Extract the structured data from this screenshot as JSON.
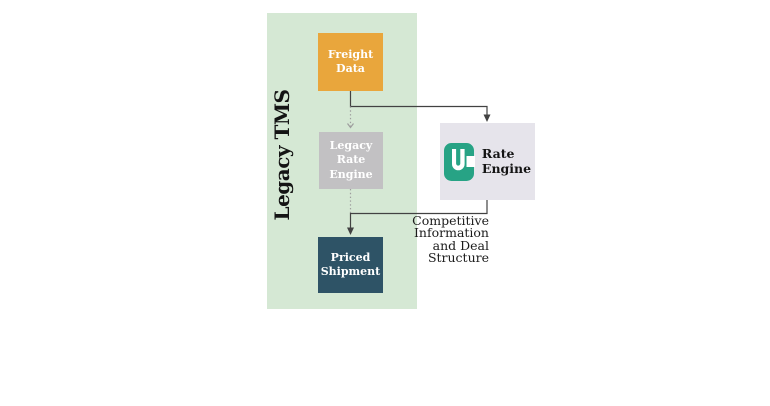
{
  "diagram": {
    "container": {
      "title": "Legacy TMS"
    },
    "nodes": {
      "freight_data": {
        "label": "Freight\nData"
      },
      "legacy_rate_engine": {
        "label": "Legacy Rate\nEngine"
      },
      "priced_shipment": {
        "label": "Priced\nShipment"
      },
      "rate_engine": {
        "label": "Rate\nEngine",
        "icon": "cl-monogram-logo-icon"
      }
    },
    "annotation": "Competitive\nInformation\nand Deal\nStructure",
    "connectors": [
      {
        "from": "freight_data",
        "to": "rate_engine",
        "style": "solid-arrow"
      },
      {
        "from": "freight_data",
        "to": "legacy_rate_engine",
        "style": "dotted-arrow"
      },
      {
        "from": "legacy_rate_engine",
        "to": "priced_shipment",
        "style": "dotted-then-solid-arrow"
      },
      {
        "from": "rate_engine",
        "to": "priced_shipment",
        "style": "solid-merge"
      }
    ],
    "colors": {
      "container_bg": "#d5e8d4",
      "freight_bg": "#e9a63c",
      "legacy_rate_bg": "#c2c1c3",
      "priced_bg": "#2e5366",
      "rate_card_bg": "#e6e4eb",
      "logo_teal": "#27a385",
      "logo_cutout": "#ffffff",
      "connector_dark": "#424242",
      "connector_dotted": "#9e9e9e",
      "node_text": "#ffffff",
      "annotation_text": "#1b1b1b"
    }
  }
}
